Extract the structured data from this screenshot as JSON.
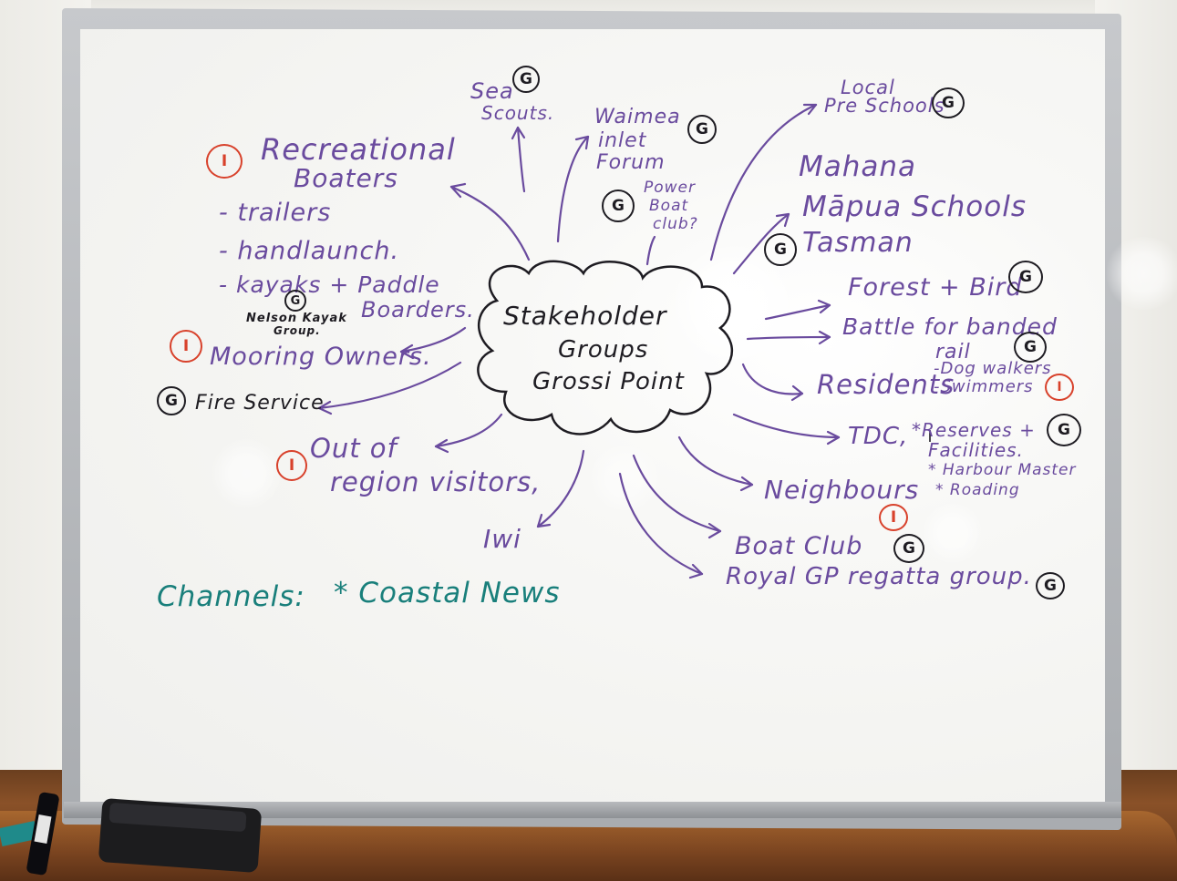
{
  "center": {
    "line1": "Stakeholder",
    "line2": "Groups",
    "line3": "Grossi Point"
  },
  "left": {
    "rec_title1": "Recreational",
    "rec_title2": "Boaters",
    "rec_items": [
      "- trailers",
      "- handlaunch.",
      "- kayaks + Paddle",
      "Boarders."
    ],
    "nelson_kayak1": "Nelson Kayak",
    "nelson_kayak2": "Group.",
    "mooring": "Mooring Owners.",
    "fire": "Fire Service",
    "out_region1": "Out of",
    "out_region2": "region visitors,"
  },
  "top": {
    "sea1": "Sea",
    "sea2": "Scouts.",
    "waimea1": "Waimea",
    "waimea2": "inlet",
    "waimea3": "Forum",
    "power1": "Power",
    "power2": "Boat",
    "power3": "club?",
    "local1": "Local",
    "local2": "Pre Schools"
  },
  "right": {
    "mahana": "Mahana",
    "mapua": "Māpua Schools",
    "tasman": "Tasman",
    "forest": "Forest + Bird",
    "battle1": "Battle for banded",
    "battle2": "rail",
    "residents": "Residents",
    "dog": "-Dog walkers",
    "swim": "-Swimmers",
    "tdc": "TDC,",
    "reserves1": "*Reserves +",
    "reserves2": "Facilities.",
    "harbour": "* Harbour Master",
    "roading": "* Roading",
    "neighbours": "Neighbours",
    "boat_club": "Boat Club",
    "regatta": "Royal GP regatta group.",
    "iwi": "Iwi"
  },
  "channels": {
    "label": "Channels:",
    "item": "* Coastal News"
  },
  "marks": {
    "G": "G",
    "I": "I"
  },
  "colors": {
    "purple_ink": "#6a4b9e",
    "red_ink": "#d8412b",
    "black_ink": "#1e1c22",
    "teal_ink": "#197f7b"
  }
}
